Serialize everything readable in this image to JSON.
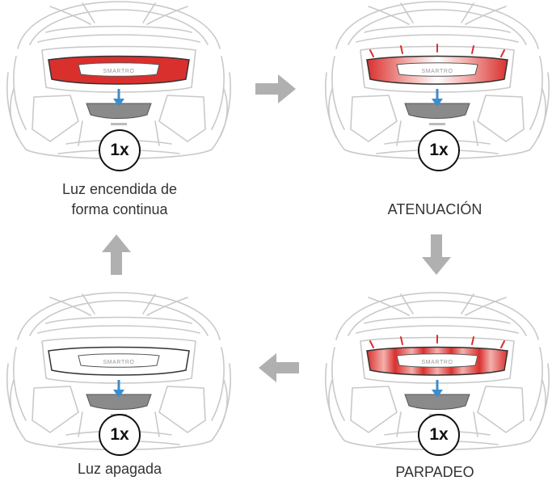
{
  "brand_text": "SMARTRO",
  "press_label": "1x",
  "colors": {
    "led": "#d9302e",
    "led_glow": "#f3b1ad",
    "button": "#8a8a8a",
    "press_arrow": "#3b8ecb",
    "flow_arrow": "#b0b0b0",
    "outline": "#c9c9c9"
  },
  "states": [
    {
      "id": "steady",
      "caption_lines": [
        "Luz encendida de",
        "forma continua"
      ],
      "light": "on"
    },
    {
      "id": "dimming",
      "caption_lines": [
        "ATENUACIÓN"
      ],
      "light": "dim"
    },
    {
      "id": "blinking",
      "caption_lines": [
        "PARPADEO"
      ],
      "light": "blink"
    },
    {
      "id": "off",
      "caption_lines": [
        "Luz apagada"
      ],
      "light": "off"
    }
  ],
  "flow_icons": [
    "arrow-right-icon",
    "arrow-down-icon",
    "arrow-left-icon",
    "arrow-up-icon"
  ]
}
